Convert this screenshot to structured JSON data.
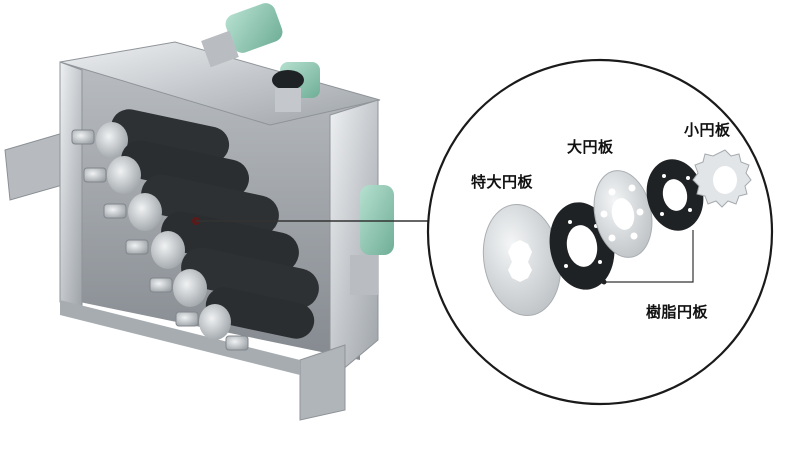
{
  "labels": {
    "extra_large_disc": "特大円板",
    "large_disc": "大円板",
    "small_disc": "小円板",
    "resin_disc": "樹脂円板"
  },
  "colors": {
    "machine_frame": "#c9ccd0",
    "roller_dark": "#2e3134",
    "motor_green": "#8fc7b3",
    "resin": "#1f2225",
    "metal_disc": "#d9dde0",
    "leader": "#333333"
  }
}
